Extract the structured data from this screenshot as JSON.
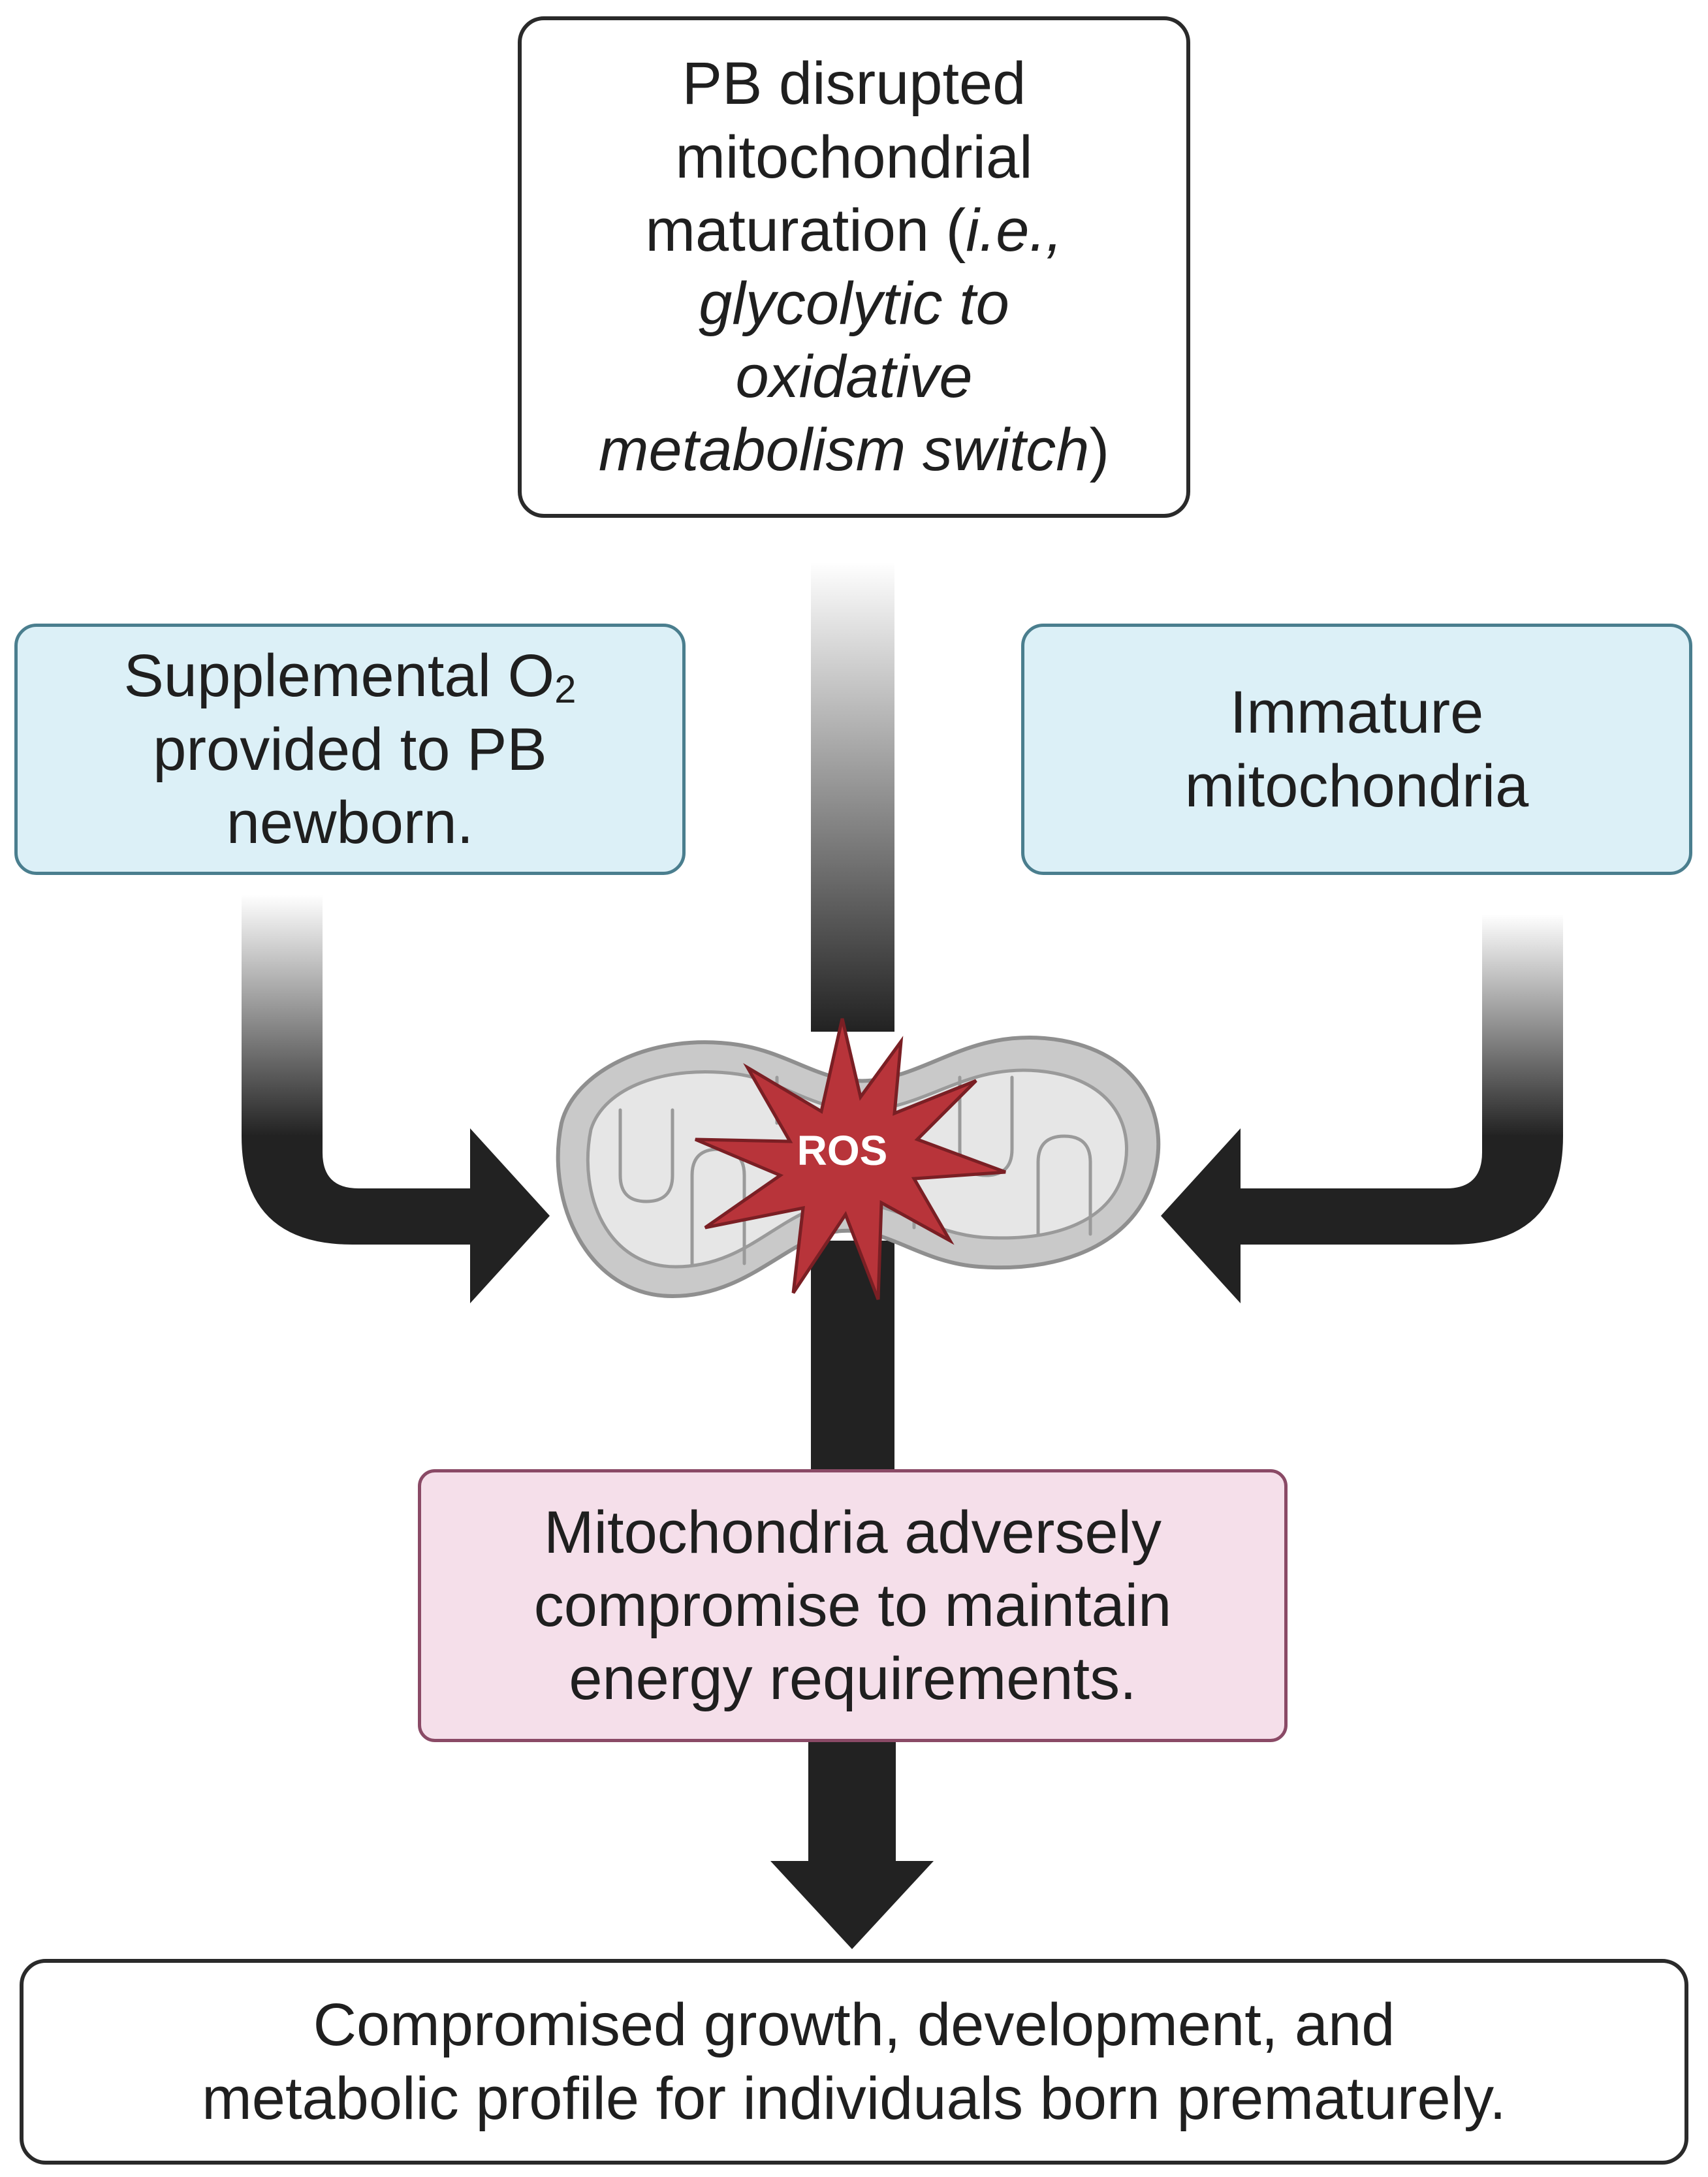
{
  "top_box": {
    "line1": "PB disrupted",
    "line2": "mitochondrial",
    "line3_plain": "maturation (",
    "line3_italic": "i.e.,",
    "line4_italic": "glycolytic to",
    "line5_italic": "oxidative",
    "line6_italic": "metabolism switch",
    "line6_plain": ")"
  },
  "left_box": {
    "line1": "Supplemental O",
    "line1_sub": "2",
    "line2": "provided to PB",
    "line3": "newborn."
  },
  "right_box": {
    "line1": "Immature",
    "line2": "mitochondria"
  },
  "center": {
    "ros_label": "ROS",
    "organelle_icon": "mitochondrion-icon",
    "burst_icon": "starburst-icon"
  },
  "middle_box": {
    "line1": "Mitochondria adversely",
    "line2": "compromise to maintain",
    "line3": "energy requirements."
  },
  "bottom_box": {
    "line1": "Compromised growth, development, and",
    "line2": "metabolic profile for individuals born prematurely."
  },
  "colors": {
    "arrow": "#222222",
    "ros_burst": "#b8343a",
    "mito_outer": "#c9c9c9",
    "mito_inner": "#e6e6e6",
    "blue_box": "#dcf0f7",
    "pink_box": "#f5dfea"
  }
}
